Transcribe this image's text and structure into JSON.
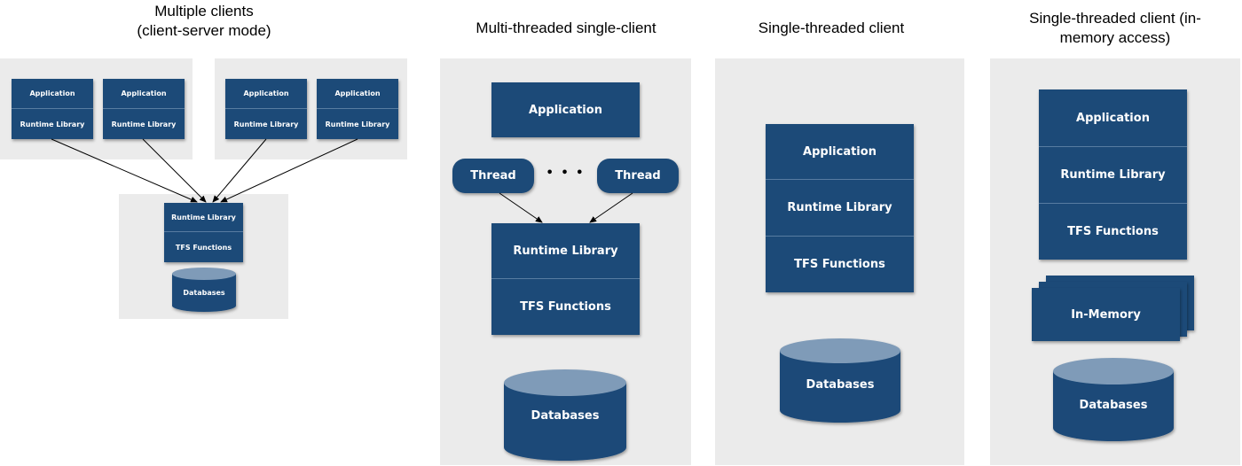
{
  "titles": {
    "multiple_clients": "Multiple clients\n(client-server mode)",
    "multi_threaded": "Multi-threaded single-client",
    "single_threaded": "Single-threaded client",
    "in_memory": "Single-threaded client (in-\nmemory access)"
  },
  "labels": {
    "application": "Application",
    "runtime_library": "Runtime Library",
    "tfs_functions": "TFS Functions",
    "databases": "Databases",
    "thread": "Thread",
    "ellipsis": "• • •",
    "in_memory": "In-Memory"
  },
  "colors": {
    "box_fill": "#1c4a78",
    "cylinder_top": "#7f9bb8",
    "panel_bg": "#ebebeb"
  }
}
